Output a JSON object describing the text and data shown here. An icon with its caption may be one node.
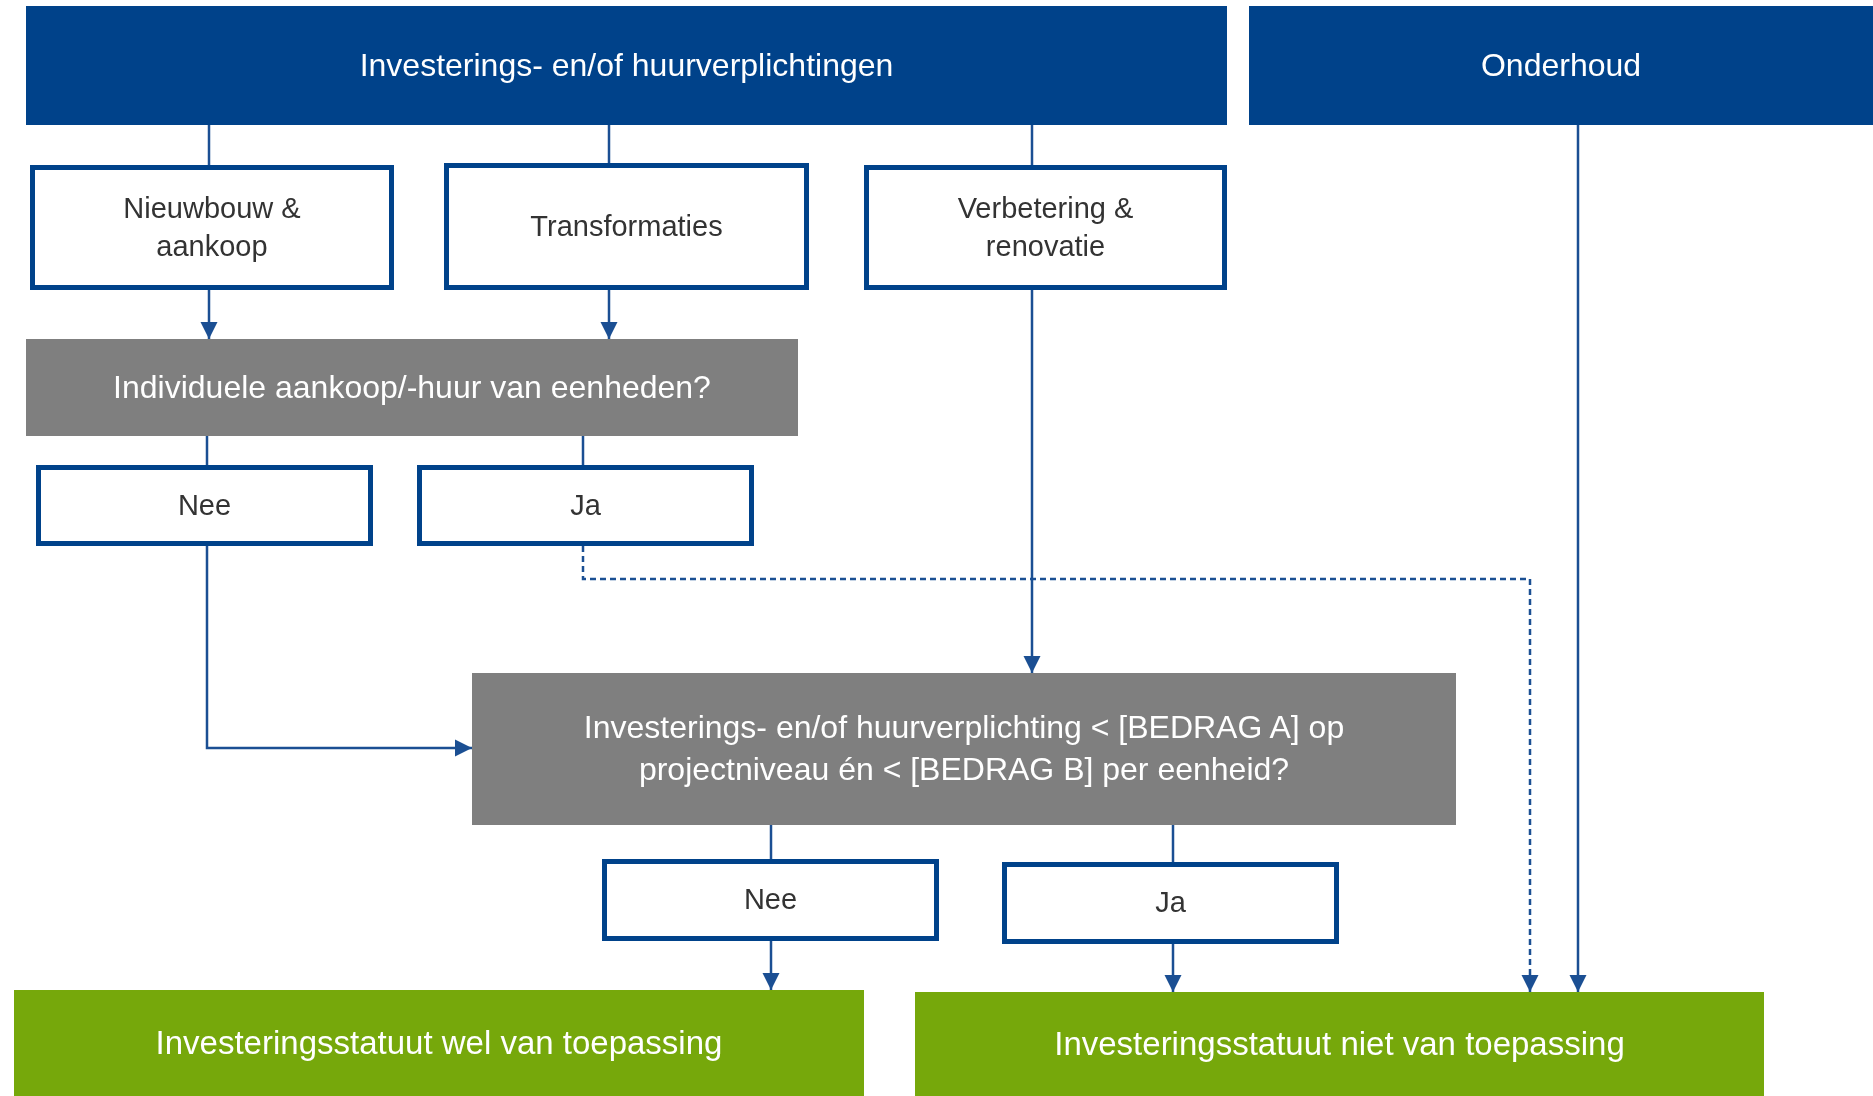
{
  "diagram": {
    "nodes": [
      {
        "text": [
          "Investerings- en/of huurverplichtingen"
        ]
      },
      {
        "text": [
          "Onderhoud"
        ]
      },
      {
        "text": [
          "Nieuwbouw & aankoop"
        ]
      },
      {
        "text": [
          "Transformaties"
        ]
      },
      {
        "text": [
          "Verbetering & renovatie"
        ]
      },
      {
        "text": [
          "Individuele aankoop/-huur van eenheden?"
        ]
      },
      {
        "text": [
          "Nee"
        ]
      },
      {
        "text": [
          "Ja"
        ]
      },
      {
        "text": [
          "Investerings- en/of huurverplichting < [BEDRAG A] op projectniveau én < [BEDRAG B] per eenheid?"
        ]
      },
      {
        "text": [
          "Nee"
        ]
      },
      {
        "text": [
          "Ja"
        ]
      },
      {
        "text": [
          "Investeringsstatuut wel van toepassing"
        ]
      },
      {
        "text": [
          "Investeringsstatuut niet van toepassing"
        ]
      }
    ],
    "edges": [
      {
        "from": 0,
        "to": 2,
        "arrow": "none"
      },
      {
        "from": 0,
        "to": 3,
        "arrow": "none"
      },
      {
        "from": 0,
        "to": 4,
        "arrow": "none"
      },
      {
        "from": 2,
        "to": 5,
        "arrow": "to"
      },
      {
        "from": 3,
        "to": 5,
        "arrow": "to"
      },
      {
        "from": 5,
        "to": 6,
        "arrow": "none"
      },
      {
        "from": 5,
        "to": 7,
        "arrow": "none"
      },
      {
        "from": 6,
        "to": 8,
        "arrow": "to"
      },
      {
        "from": 4,
        "to": 8,
        "arrow": "to"
      },
      {
        "from": 7,
        "to": 12,
        "arrow": "to",
        "style": "dashed"
      },
      {
        "from": 1,
        "to": 12,
        "arrow": "to"
      },
      {
        "from": 8,
        "to": 9,
        "arrow": "none"
      },
      {
        "from": 8,
        "to": 10,
        "arrow": "none"
      },
      {
        "from": 9,
        "to": 11,
        "arrow": "to"
      },
      {
        "from": 10,
        "to": 12,
        "arrow": "to"
      }
    ]
  }
}
